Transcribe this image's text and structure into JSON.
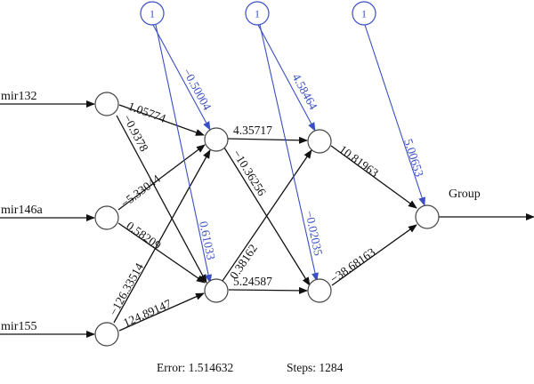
{
  "inputs": {
    "mir132": "mir132",
    "mir146a": "mir146a",
    "mir155": "mir155"
  },
  "bias_label": "1",
  "output_label": "Group",
  "weights": {
    "i1_h1a": "1.05774",
    "i1_h1b": "−0.9378",
    "i2_h1a": "−5.33044",
    "i2_h1b": "0.58209",
    "i3_h1a": "−126.33514",
    "i3_h1b": "124.89147",
    "b1_h1a": "−0.50004",
    "b1_h1b": "0.61033",
    "h1a_h2a": "4.35717",
    "h1a_h2b": "−10.36256",
    "h1b_h2a": "0.38162",
    "h1b_h2b": "5.24587",
    "b2_h2a": "4.58464",
    "b2_h2b": "−0.02035",
    "h2a_out": "10.81963",
    "h2b_out": "−38.68163",
    "b3_out": "5.00653"
  },
  "footer": {
    "error": "Error: 1.514632",
    "steps": "Steps: 1284"
  },
  "colors": {
    "weight_edge": "#111111",
    "bias_edge": "#3a4fc4",
    "node_stroke": "#444444"
  }
}
